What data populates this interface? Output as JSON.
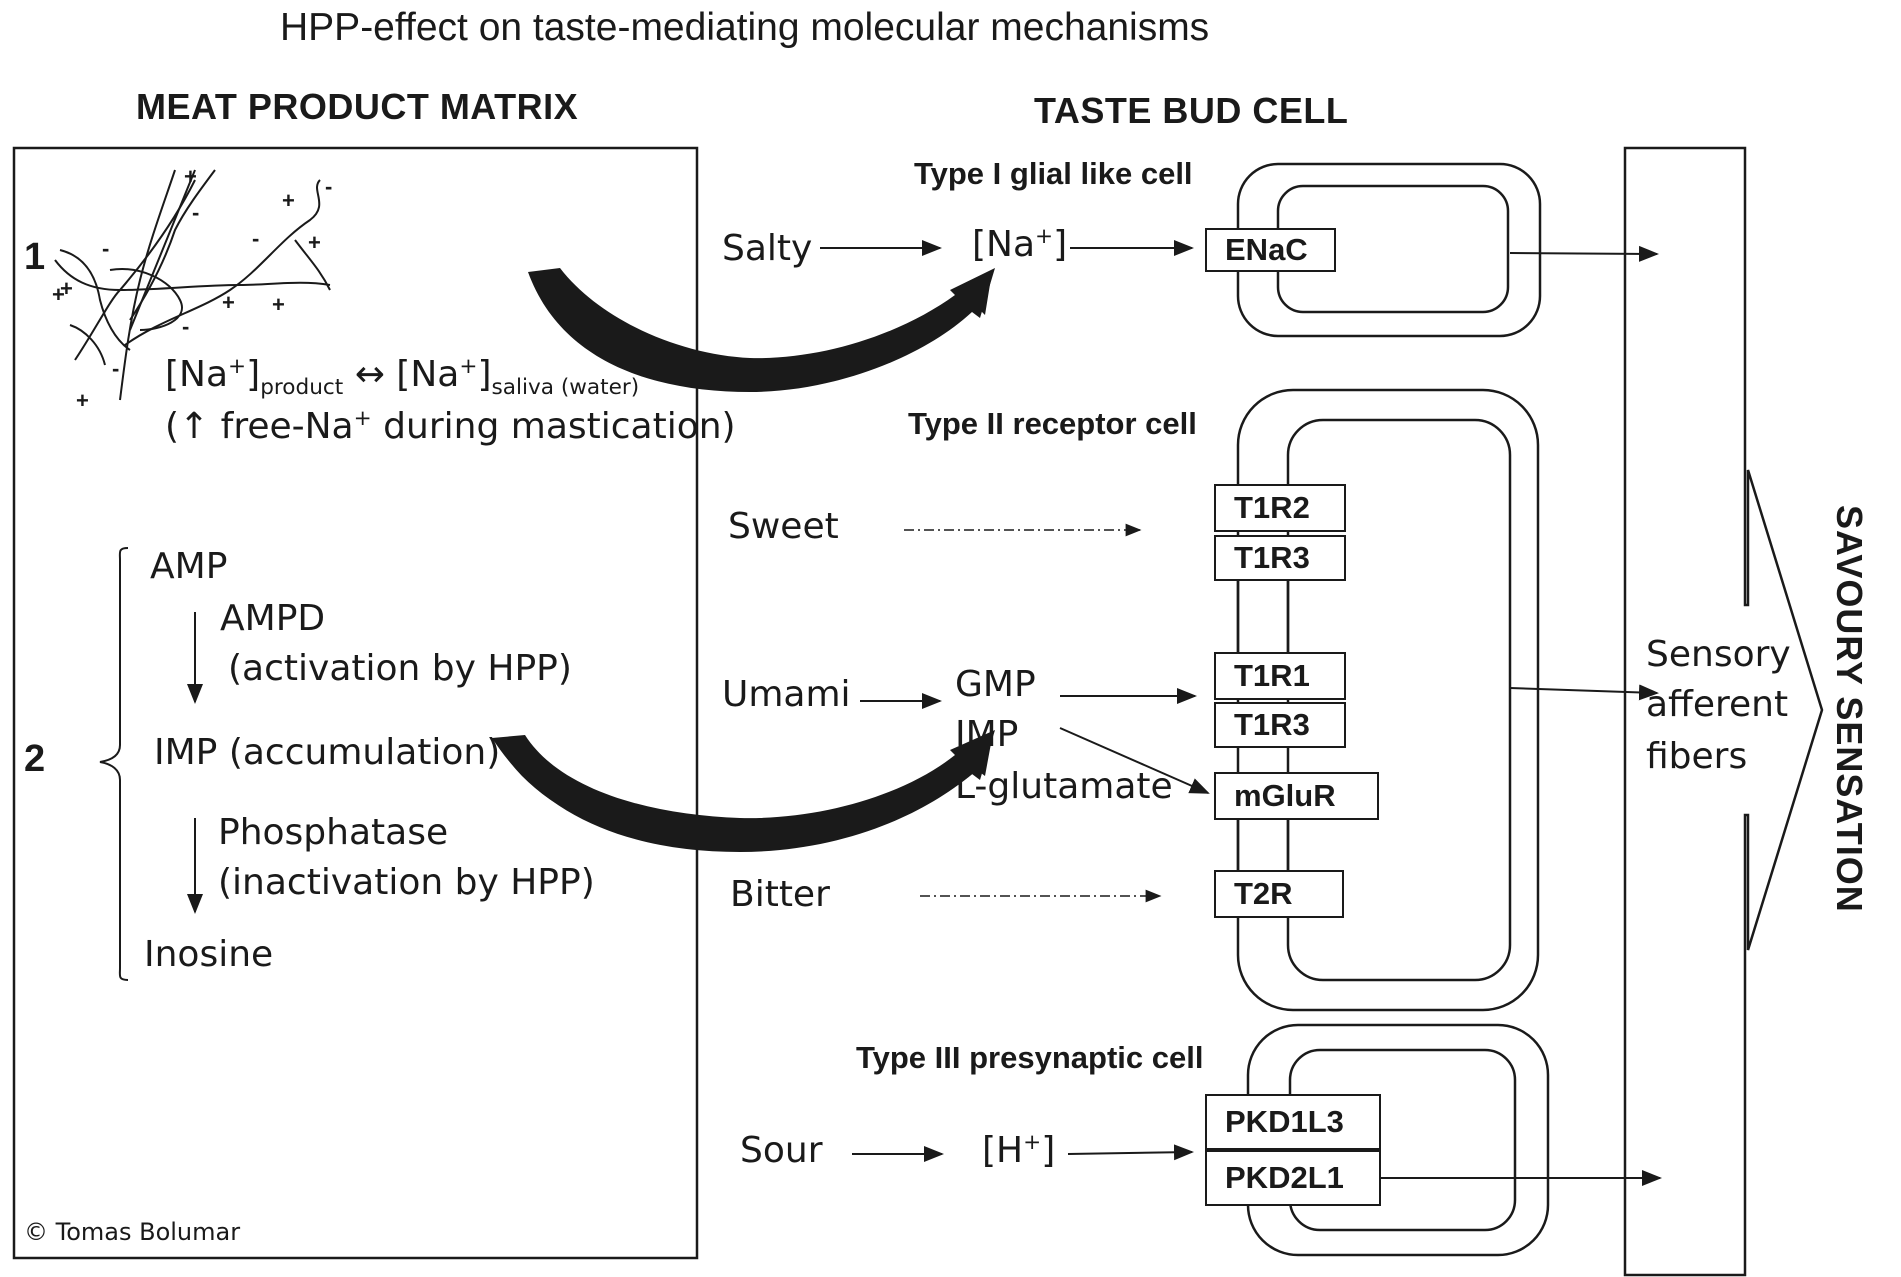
{
  "title": "HPP-effect on taste-mediating molecular mechanisms",
  "left_panel": {
    "heading": "MEAT PRODUCT MATRIX",
    "marker_1": "1",
    "marker_2": "2",
    "na_eq_a": "[Na",
    "na_eq_b": "+",
    "na_eq_c": "]",
    "na_eq_d": "product",
    "na_eq_e": " ↔ [Na",
    "na_eq_f": "+",
    "na_eq_g": "]",
    "na_eq_h": "saliva (water)",
    "free_na_a": "(↑ free-Na",
    "free_na_b": "+",
    "free_na_c": " during mastication)",
    "amp": "AMP",
    "ampd": "AMPD",
    "ampd_note": "(activation by HPP)",
    "imp": "IMP (accumulation)",
    "phosphatase": "Phosphatase",
    "phosphatase_note": "(inactivation by HPP)",
    "inosine": "Inosine",
    "copyright": "© Tomas Bolumar"
  },
  "right_panel": {
    "heading": "TASTE BUD CELL",
    "type1": "Type I glial like cell",
    "type2": "Type II receptor cell",
    "type3": "Type III presynaptic cell",
    "salty": "Salty",
    "na_ion_a": "[Na",
    "na_ion_b": "+",
    "na_ion_c": "]",
    "sweet": "Sweet",
    "umami": "Umami",
    "gmp": "GMP",
    "imp": "IMP",
    "glutamate": "L-glutamate",
    "bitter": "Bitter",
    "sour": "Sour",
    "h_ion_a": "[H",
    "h_ion_b": "+",
    "h_ion_c": "]",
    "receptors": {
      "enac": "ENaC",
      "t1r2": "T1R2",
      "t1r3_a": "T1R3",
      "t1r1": "T1R1",
      "t1r3_b": "T1R3",
      "mglur": "mGluR",
      "t2r": "T2R",
      "pkd1l3": "PKD1L3",
      "pkd2l1": "PKD2L1"
    },
    "sensory_1": "Sensory",
    "sensory_2": "afferent",
    "sensory_3": "fibers",
    "savoury": "SAVOURY SENSATION"
  },
  "charges": [
    "+",
    "+",
    "-",
    "-",
    "+",
    "-",
    "-",
    "+",
    "+",
    "+",
    "-",
    "-",
    "+",
    "+"
  ]
}
